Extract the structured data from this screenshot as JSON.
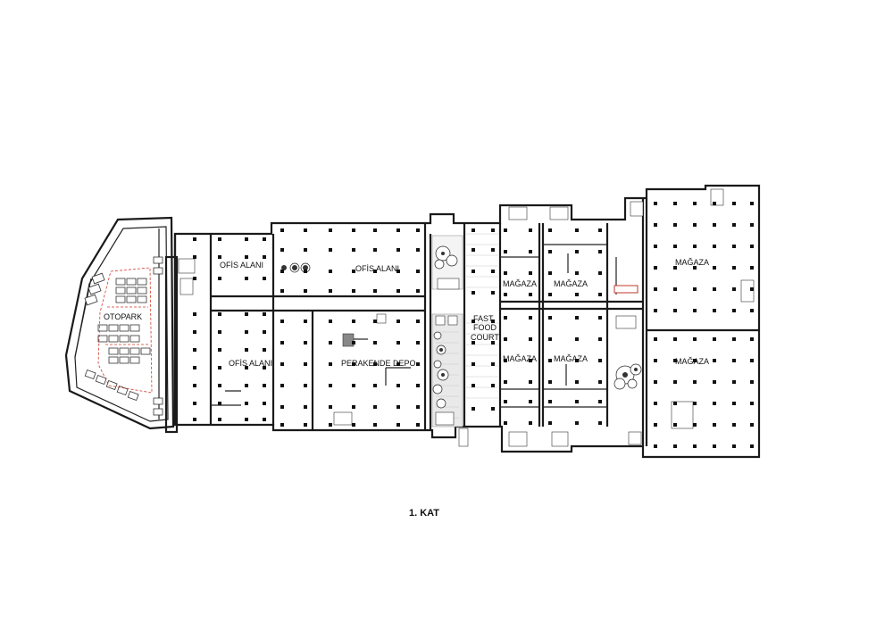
{
  "drawing": {
    "title": "1. KAT",
    "labels": {
      "otopark": "OTOPARK",
      "ofis_1": "OFİS ALANI",
      "ofis_2": "OFİS ALANI",
      "ofis_3": "OFİS ALANI",
      "perakende": "PERAKENDE DEPO",
      "fast_1": "FAST",
      "fast_2": "FOOD",
      "fast_3": "COURT",
      "magaza_1": "MAĞAZA",
      "magaza_2": "MAĞAZA",
      "magaza_3": "MAĞAZA",
      "magaza_4": "MAĞAZA",
      "magaza_5": "MAĞAZA",
      "magaza_6": "MAĞAZA"
    }
  }
}
